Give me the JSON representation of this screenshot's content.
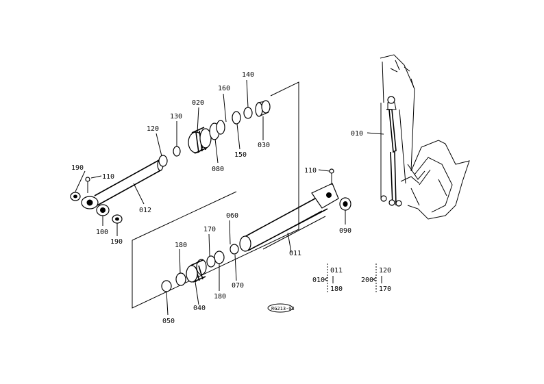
{
  "labels": {
    "p190a": "190",
    "p110a": "110",
    "p012": "012",
    "p100": "100",
    "p190b": "190",
    "p120": "120",
    "p130": "130",
    "p020": "020",
    "p080": "080",
    "p160": "160",
    "p150": "150",
    "p140": "140",
    "p030": "030",
    "p110b": "110",
    "p090": "090",
    "p011": "011",
    "p060": "060",
    "p070": "070",
    "p170": "170",
    "p180a": "180",
    "p180b": "180",
    "p040": "040",
    "p050": "050",
    "p010": "010"
  },
  "legend": {
    "g1_main": "010",
    "g1_top": "011",
    "g1_bottom": "180",
    "g2_main": "200",
    "g2_top": "120",
    "g2_bottom": "170"
  },
  "drawing_code": "RG213-03"
}
